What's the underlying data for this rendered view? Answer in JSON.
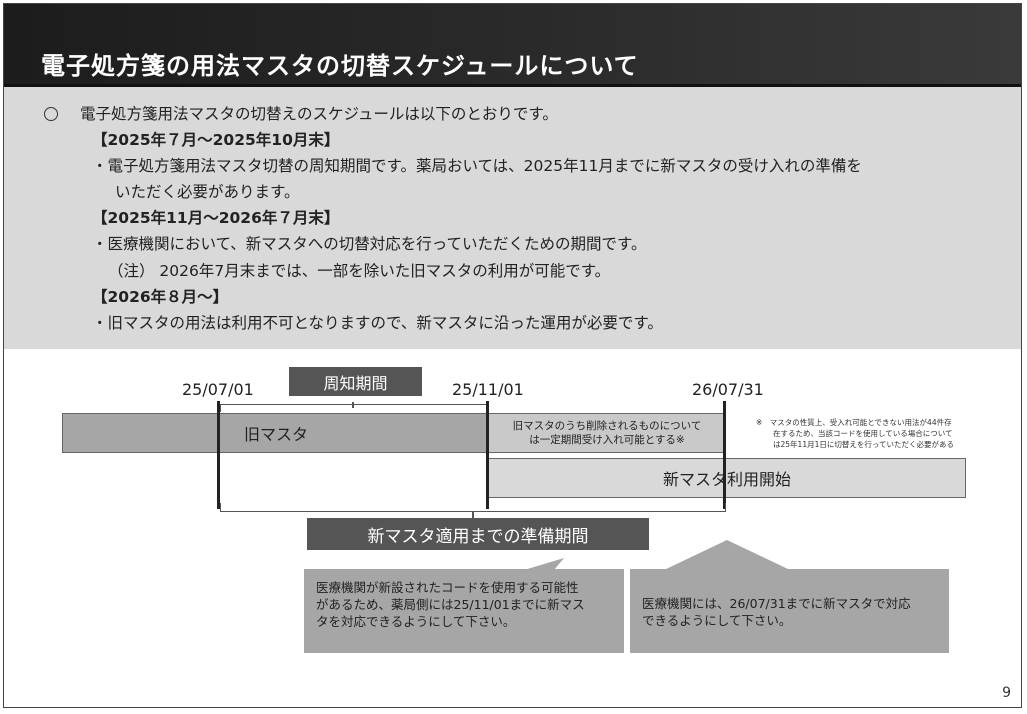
{
  "title": "電子処方箋の用法マスタの切替スケジュールについて",
  "summary": {
    "intro": "電子処方箋用法マスタの切替えのスケジュールは以下のとおりです。",
    "period1_heading": "【2025年７月～2025年10月末】",
    "period1_line1": "・電子処方箋用法マスタ切替の周知期間です。薬局おいては、2025年11月までに新マスタの受け入れの準備を",
    "period1_line2": "いただく必要があります。",
    "period2_heading": "【2025年11月～2026年７月末】",
    "period2_line1": "・医療機関において、新マスタへの切替対応を行っていただくための期間です。",
    "period2_note": "（注） 2026年7月末までは、一部を除いた旧マスタの利用が可能です。",
    "period3_heading": "【2026年８月～】",
    "period3_line1": "・旧マスタの用法は利用不可となりますので、新マスタに沿った運用が必要です。"
  },
  "timeline": {
    "date1": "25/07/01",
    "date2": "25/11/01",
    "date3": "26/07/31",
    "notice_period_label": "周知期間",
    "old_master_label": "旧マスタ",
    "old_master_deleted_line1": "旧マスタのうち削除されるものについて",
    "old_master_deleted_line2": "は一定期間受け入れ可能とする※",
    "new_master_label": "新マスタ利用開始",
    "prep_period_label": "新マスタ適用までの準備期間",
    "footnote_line1": "※　マスタの性質上、受入れ可能とできない用法が44件存",
    "footnote_line2": "在するため、当該コードを使用している場合について",
    "footnote_line3": "は25年11月1日に切替えを行っていただく必要がある"
  },
  "callouts": {
    "left_line1": "医療機関が新設されたコードを使用する可能性",
    "left_line2": "があるため、薬局側には25/11/01までに新マス",
    "left_line3": "タを対応できるようにして下さい。",
    "right_line1": "医療機関には、26/07/31までに新マスタで対応",
    "right_line2": "できるようにして下さい。"
  },
  "page_number": "9",
  "colors": {
    "title_bg": "#222222",
    "summary_bg": "#d9d9d9",
    "old_master_bar": "#a6a6a6",
    "new_master_bar": "#d9d9d9",
    "dark_label": "#555555",
    "callout_bg": "#a6a6a6"
  }
}
